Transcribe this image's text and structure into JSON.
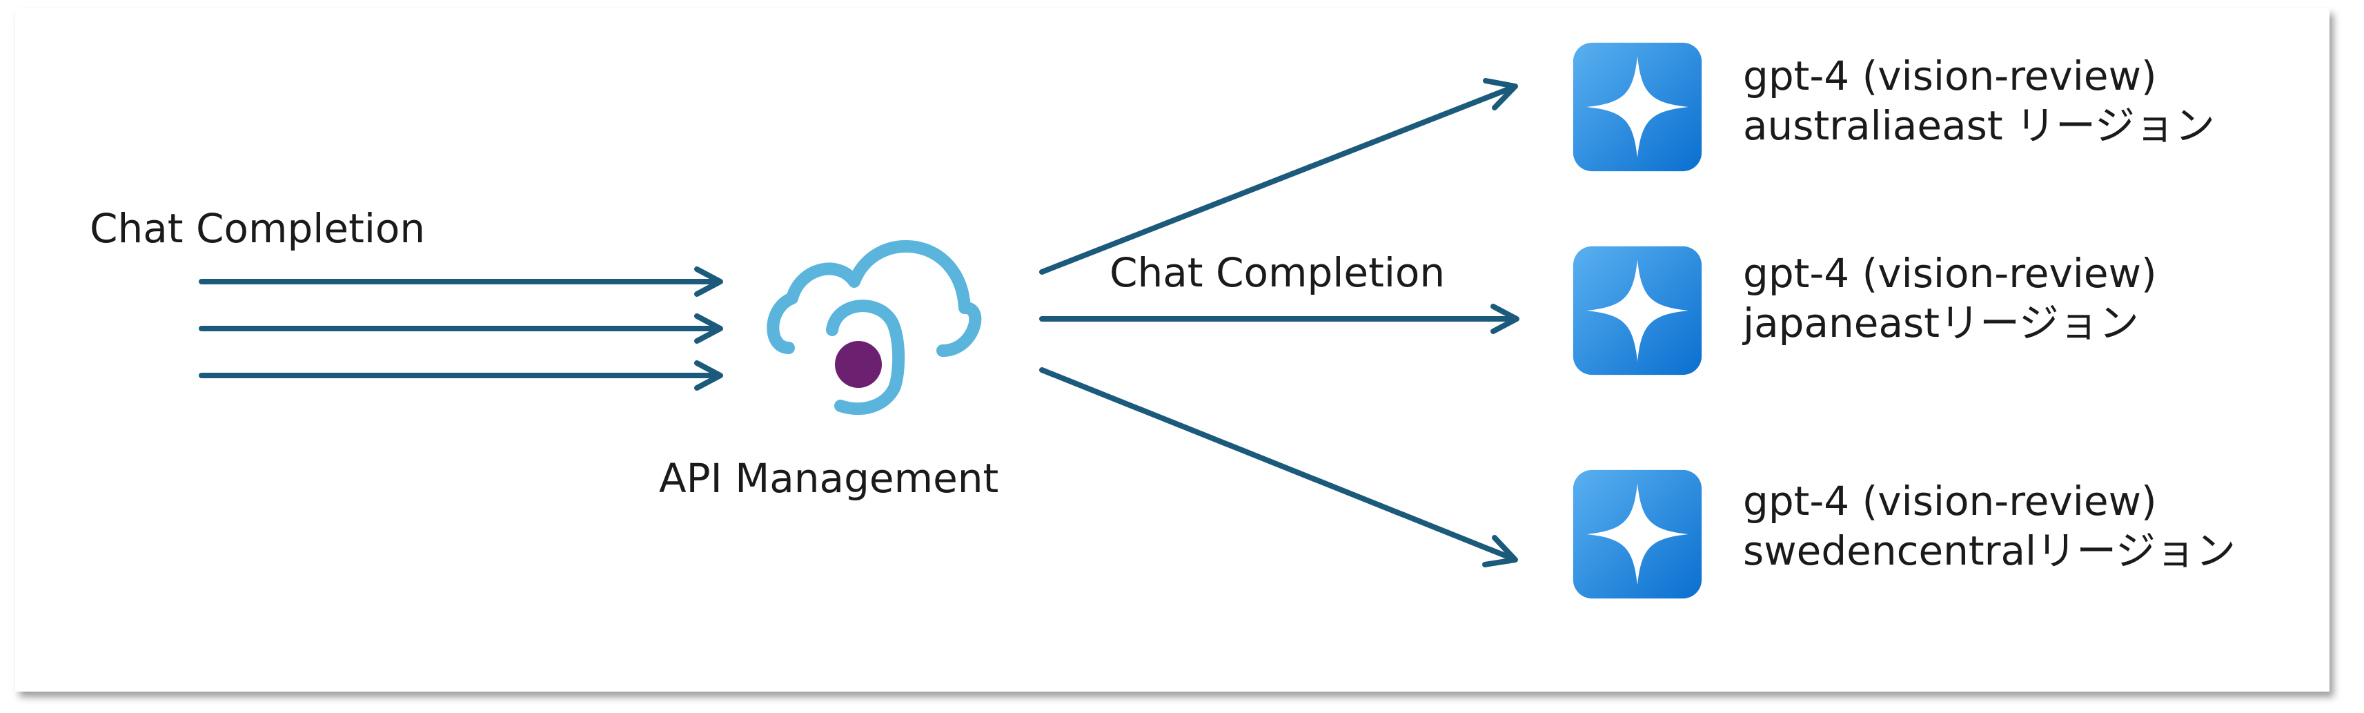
{
  "input_label": "Chat Completion",
  "apim": {
    "label": "API Management",
    "icon": "api-management-cloud-icon"
  },
  "routing_label": "Chat Completion",
  "models": [
    {
      "name": "gpt-4 (vision-review)",
      "region": "australiaeast リージョン",
      "icon": "azure-openai-icon"
    },
    {
      "name": "gpt-4 (vision-review)",
      "region": "japaneastリージョン",
      "icon": "azure-openai-icon"
    },
    {
      "name": "gpt-4 (vision-review)",
      "region": "swedencentralリージョン",
      "icon": "azure-openai-icon"
    }
  ],
  "colors": {
    "arrow": "#1c5a7c",
    "cloud": "#5ab4dc",
    "dot": "#6b2170",
    "icon_light": "#5ab0f0",
    "icon_dark": "#0a6fd0"
  }
}
